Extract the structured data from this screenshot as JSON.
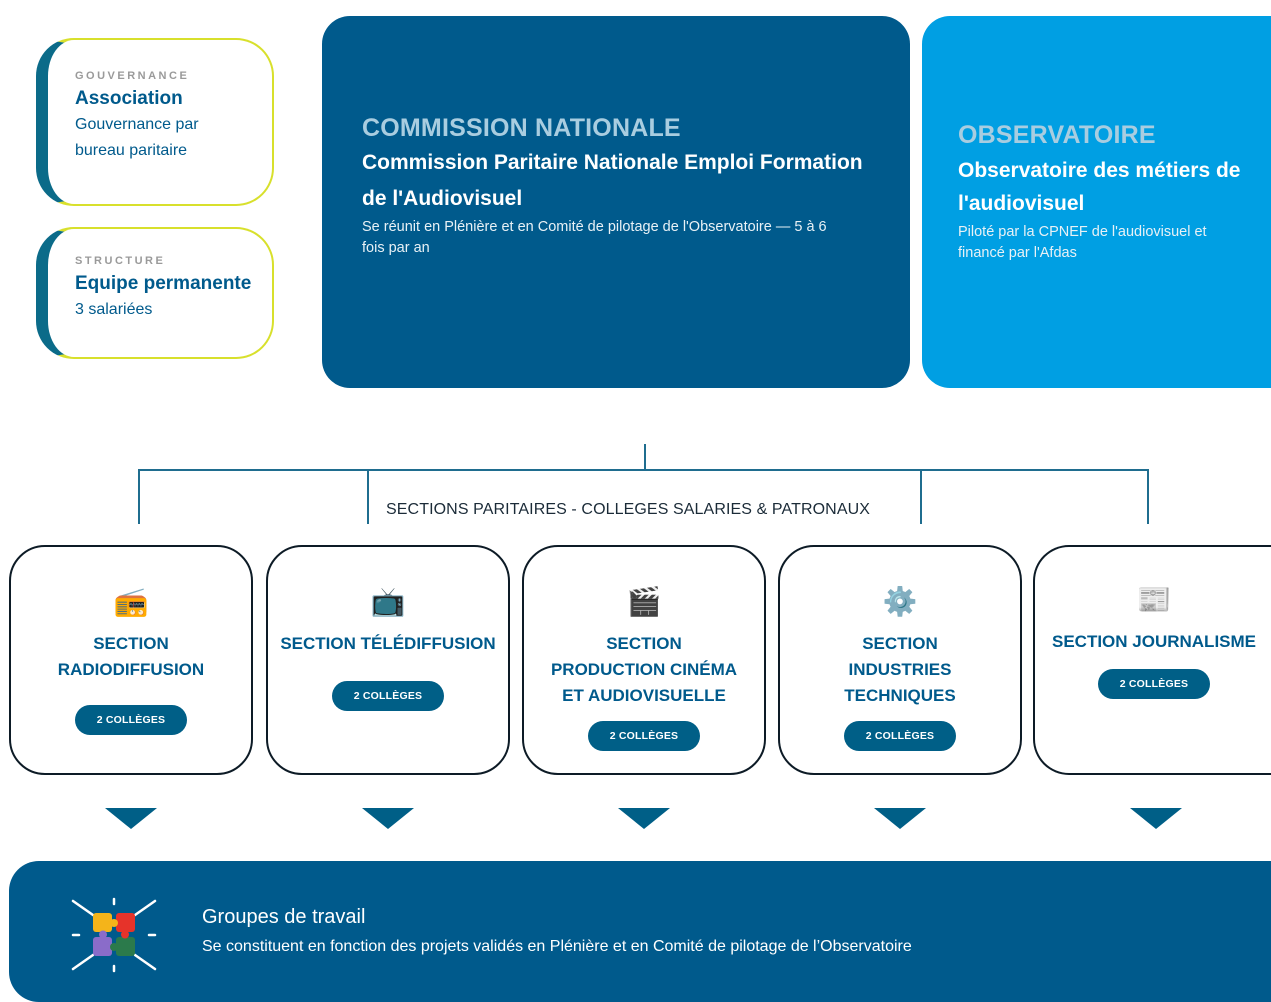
{
  "left_cards": [
    {
      "eyebrow": "GOUVERNANCE",
      "title": "Association",
      "description": "Gouvernance par bureau paritaire"
    },
    {
      "eyebrow": "STRUCTURE",
      "title": "Equipe permanente",
      "description": "3 salariées"
    }
  ],
  "commission": {
    "kicker": "COMMISSION NATIONALE",
    "heading": "Commission Paritaire Nationale Emploi Formation de l'Audiovisuel",
    "description": "Se réunit en Plénière et en Comité de pilotage de l'Observatoire — 5 à 6 fois par an"
  },
  "observatoire": {
    "kicker": "OBSERVATOIRE",
    "heading": "Observatoire des métiers de l'audiovisuel",
    "description": "Piloté par la CPNEF de l'audiovisuel et financé par l'Afdas"
  },
  "sections_caption": "SECTIONS PARITAIRES - COLLEGES SALARIES & PATRONAUX",
  "sections": [
    {
      "icon": "radio-icon",
      "glyph": "📻",
      "name": "SECTION RADIODIFFUSION",
      "badge": "2 COLLÈGES"
    },
    {
      "icon": "television-icon",
      "glyph": "📺",
      "name": "SECTION TÉLÉDIFFUSION",
      "badge": "2 COLLÈGES"
    },
    {
      "icon": "clapperboard-icon",
      "glyph": "🎬",
      "name": "SECTION PRODUCTION CINÉMA ET AUDIOVISUELLE",
      "badge": "2 COLLÈGES"
    },
    {
      "icon": "gear-icon",
      "glyph": "⚙️",
      "name": "SECTION INDUSTRIES TECHNIQUES",
      "badge": "2 COLLÈGES"
    },
    {
      "icon": "newspaper-icon",
      "glyph": "📰",
      "name": "SECTION JOURNALISME",
      "badge": "2 COLLÈGES"
    }
  ],
  "work_groups": {
    "icon": "puzzle-hands-icon",
    "title": "Groupes de travail",
    "description": "Se constituent en fonction des projets validés en Plénière et en Comité de pilotage de l’Observatoire"
  },
  "colors": {
    "dark_blue": "#005a8c",
    "bright_blue": "#009fe3",
    "accent_yellow": "#d8e02c",
    "teal_border": "#0b6b89"
  }
}
